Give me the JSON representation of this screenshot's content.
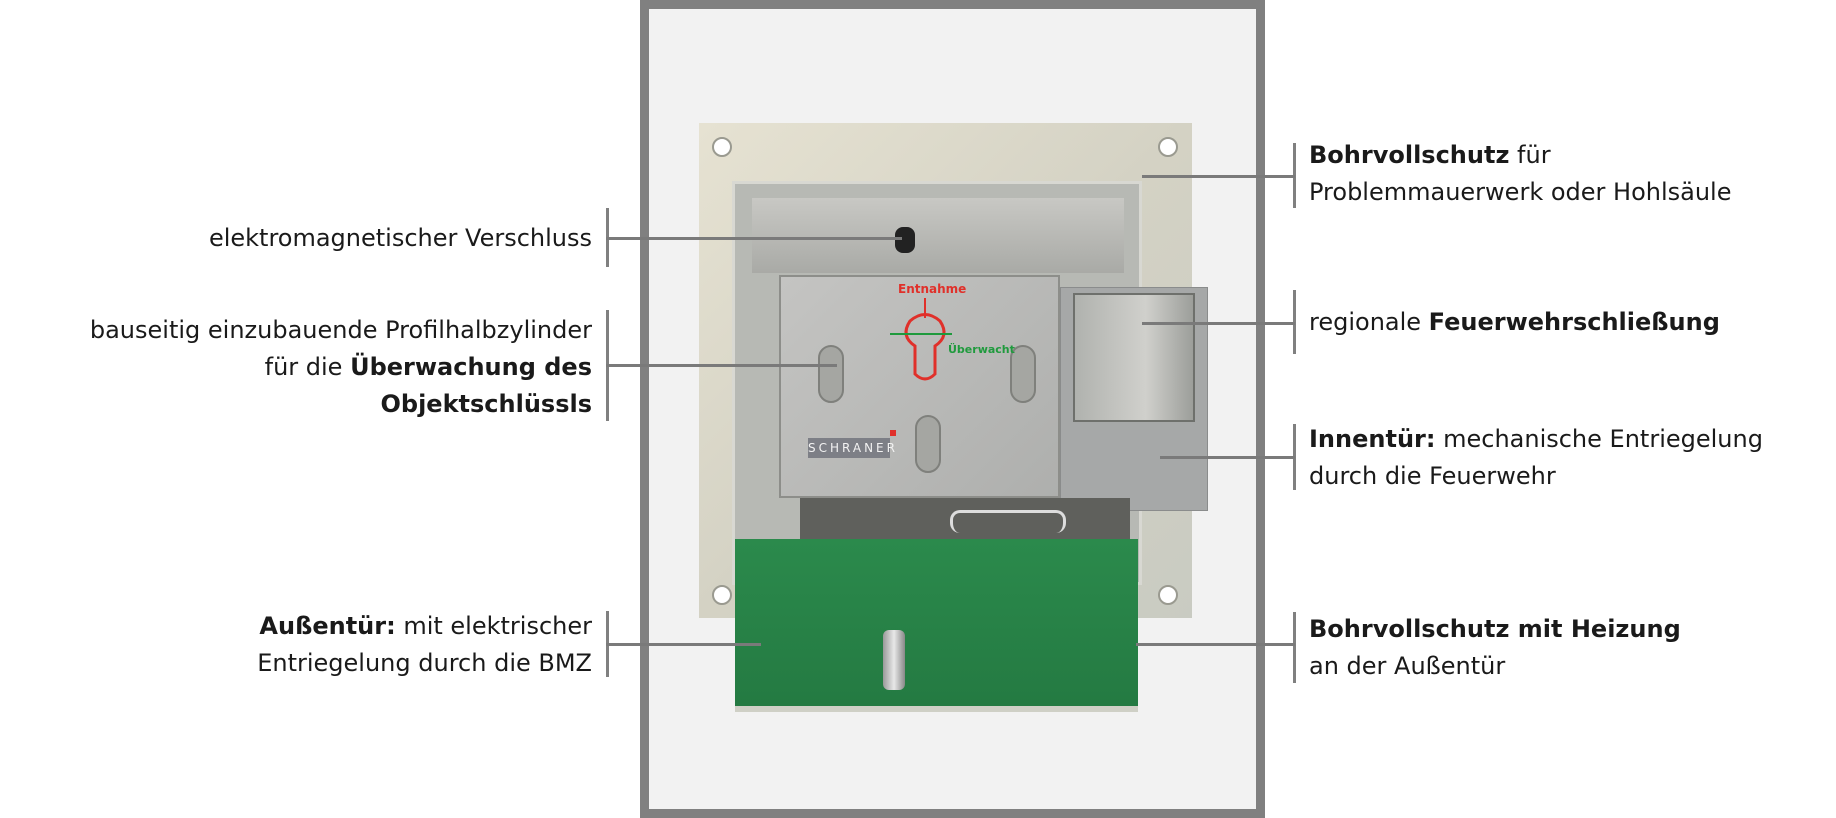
{
  "left_labels": [
    {
      "lines": [
        {
          "normal": "elektromagnetischer Verschluss",
          "bold": ""
        }
      ]
    },
    {
      "lines": [
        {
          "normal": "bauseitig einzubauende Profilhalbzylinder",
          "bold": ""
        },
        {
          "normal": "für die ",
          "bold": "Überwachung des"
        },
        {
          "normal": "",
          "bold": "Objektschlüssls"
        }
      ]
    },
    {
      "lines": [
        {
          "bold": "Außentür:",
          "normal": " mit elektrischer"
        },
        {
          "bold": "",
          "normal": "Entriegelung durch die BMZ"
        }
      ]
    }
  ],
  "right_labels": [
    {
      "lines": [
        {
          "bold": "Bohrvollschutz",
          "normal": " für"
        },
        {
          "bold": "",
          "normal": "Problemmauerwerk oder Hohlsäule"
        }
      ]
    },
    {
      "lines": [
        {
          "normal": "regionale ",
          "bold": "Feuerwehrschließung"
        }
      ]
    },
    {
      "lines": [
        {
          "bold": "Innentür:",
          "normal": " mechanische Entriegelung"
        },
        {
          "bold": "",
          "normal": "durch die Feuerwehr"
        }
      ]
    },
    {
      "lines": [
        {
          "bold": "Bohrvollschutz mit Heizung",
          "normal": ""
        },
        {
          "bold": "",
          "normal": "an der Außentür"
        }
      ]
    }
  ],
  "photo": {
    "brand": "SCHRANER",
    "marking_top": "Entnahme",
    "marking_side": "Überwacht"
  },
  "colors": {
    "frame": "#808080",
    "door": "#2b8a4c",
    "red_mark": "#e0302a",
    "green_mark": "#1f9a3d"
  }
}
